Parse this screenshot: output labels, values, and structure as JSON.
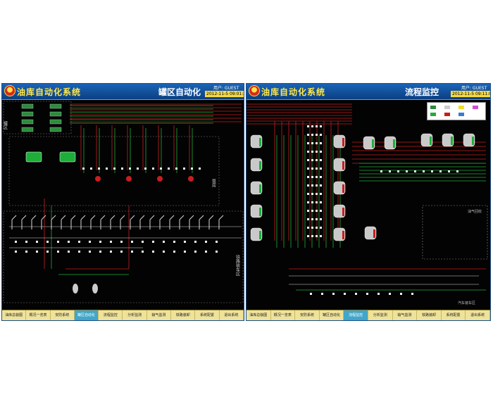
{
  "left_screen": {
    "app_title": "油库自动化系统",
    "screen_title": "罐区自动化",
    "user_label": "用户: GUEST",
    "datetime": "2012-11-5  09:01:20",
    "area_labels": {
      "tank_area": "罐区",
      "pump_room": "泵房",
      "loading": "铁路装车区"
    },
    "nav": [
      "油库总貌图",
      "概况一览表",
      "安防系统",
      "罐区自动化",
      "流程监控",
      "分析监测",
      "输气监测",
      "铁路装卸",
      "系统配置",
      "退出系统"
    ],
    "active_nav": 3
  },
  "right_screen": {
    "app_title": "油库自动化系统",
    "screen_title": "流程监控",
    "user_label": "用户: GUEST",
    "datetime": "2012-11-5  09:11:02",
    "area_labels": {
      "gas_recovery": "油气回收",
      "truck_loading": "汽车装车区"
    },
    "nav": [
      "油库总貌图",
      "概况一览表",
      "安防系统",
      "罐区自动化",
      "流程监控",
      "分析监测",
      "输气监测",
      "铁路装卸",
      "系统配置",
      "退出系统"
    ],
    "active_nav": 4
  },
  "colors": {
    "pipe_red": "#c81e1e",
    "pipe_green": "#1fae3a",
    "pipe_white": "#d8d8d8",
    "tank_body": "#c9c9c9",
    "titlebar": "#0b4f9e",
    "nav_bg": "#efe29a",
    "nav_active": "#42a6c9"
  }
}
